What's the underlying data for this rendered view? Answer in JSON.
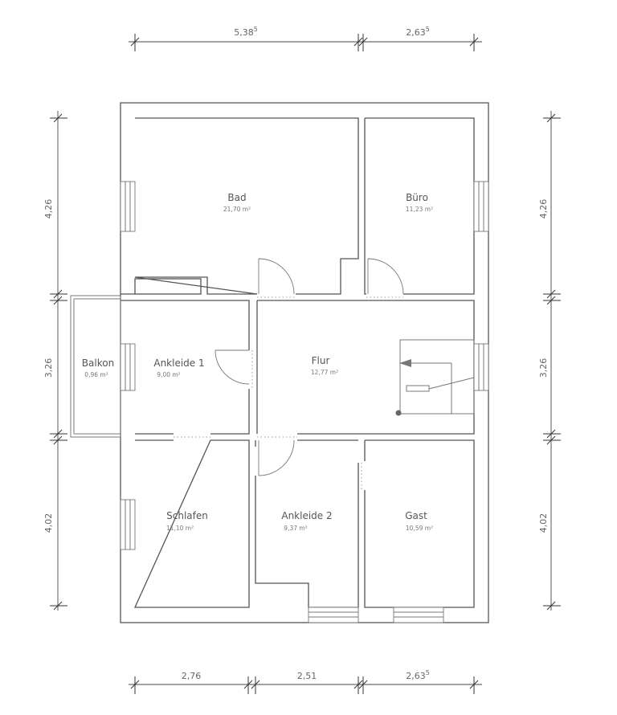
{
  "rooms": [
    {
      "id": "bad",
      "name": "Bad",
      "area": "21,70 m²"
    },
    {
      "id": "buero",
      "name": "Büro",
      "area": "11,23 m²"
    },
    {
      "id": "balkon",
      "name": "Balkon",
      "area": "0,96 m²"
    },
    {
      "id": "ankleide1",
      "name": "Ankleide 1",
      "area": "9,00 m²"
    },
    {
      "id": "flur",
      "name": "Flur",
      "area": "12,77 m²"
    },
    {
      "id": "schlafen",
      "name": "Schlafen",
      "area": "11,10 m²"
    },
    {
      "id": "ankleide2",
      "name": "Ankleide 2",
      "area": "9,37 m²"
    },
    {
      "id": "gast",
      "name": "Gast",
      "area": "10,59 m²"
    }
  ],
  "dimensions": {
    "top": [
      {
        "value": "5,38",
        "sup": "5"
      },
      {
        "value": "2,63",
        "sup": "5"
      }
    ],
    "bottom": [
      {
        "value": "2,76",
        "sup": ""
      },
      {
        "value": "2,51",
        "sup": ""
      },
      {
        "value": "2,63",
        "sup": "5"
      }
    ],
    "left": [
      "4,26",
      "3,26",
      "4,02"
    ],
    "right": [
      "4,26",
      "3,26",
      "4,02"
    ]
  }
}
